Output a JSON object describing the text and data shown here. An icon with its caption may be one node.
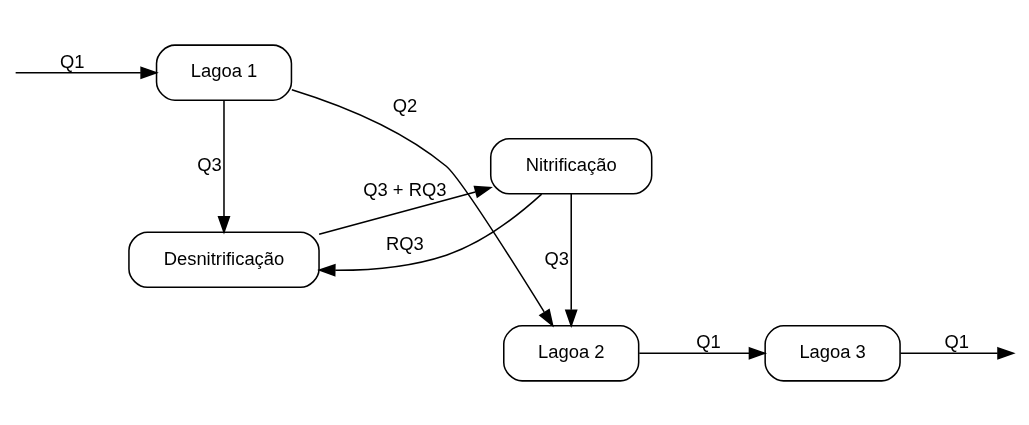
{
  "diagram": {
    "nodes": [
      {
        "text": [
          "Lagoa 1"
        ]
      },
      {
        "text": [
          "Lagoa 2"
        ]
      },
      {
        "text": [
          "Lagoa 3"
        ]
      },
      {
        "text": [
          "Desnitrificação"
        ]
      },
      {
        "text": [
          "Nitrificação"
        ]
      }
    ],
    "edges": [
      {
        "from": null,
        "to": 0,
        "arrow": "to",
        "label": "Q1"
      },
      {
        "from": 0,
        "to": 1,
        "arrow": "to",
        "label": "Q2"
      },
      {
        "from": 1,
        "to": 2,
        "arrow": "to",
        "label": "Q1"
      },
      {
        "from": 2,
        "to": null,
        "arrow": "to",
        "label": "Q1"
      },
      {
        "from": 0,
        "to": 3,
        "arrow": "to",
        "label": "Q3"
      },
      {
        "from": 3,
        "to": 4,
        "arrow": "to",
        "label": "Q3 + RQ3"
      },
      {
        "from": 4,
        "to": 1,
        "arrow": "to",
        "label": "Q3"
      },
      {
        "from": 4,
        "to": 3,
        "arrow": "to",
        "label": "RQ3"
      }
    ]
  }
}
